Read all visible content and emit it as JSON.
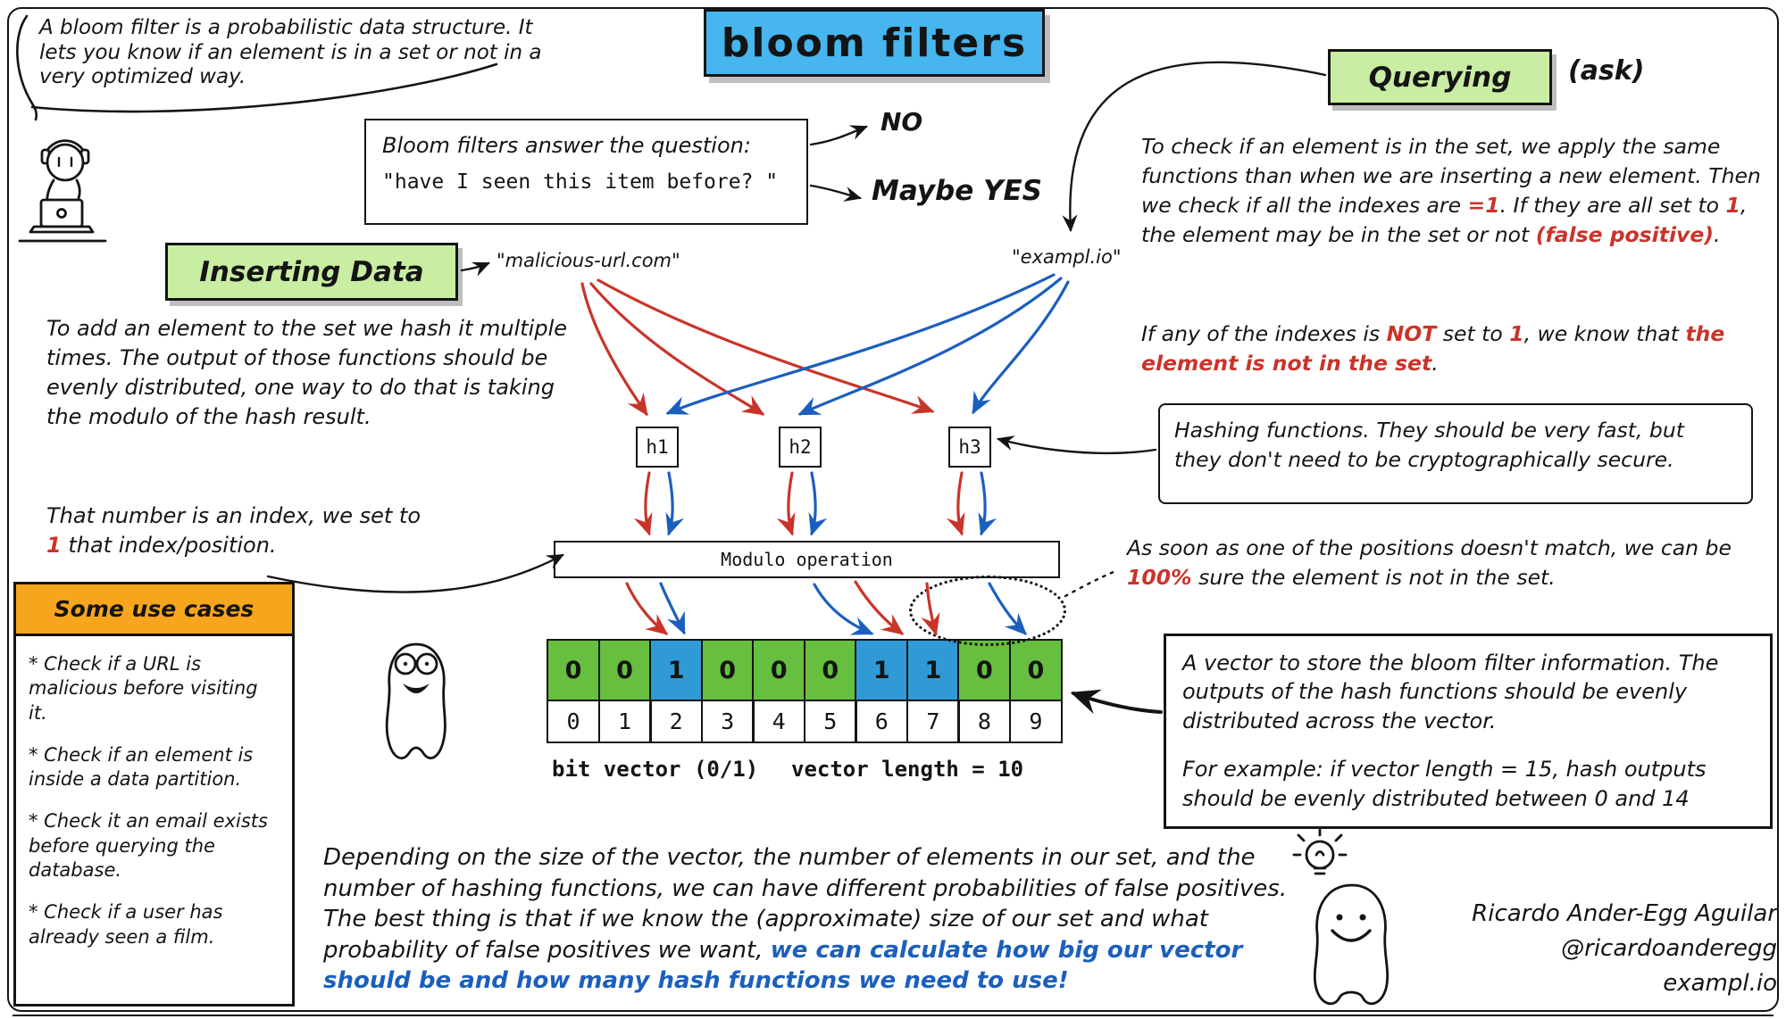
{
  "title": "bloom filters",
  "intro": {
    "text": "A bloom filter is a probabilistic data structure. It lets you know if an element is in a set or not in a very optimized way."
  },
  "question_box": {
    "line1": "Bloom filters answer the question:",
    "line2": "\"have I seen this item before? \""
  },
  "answers": {
    "no": "NO",
    "maybe_yes": "Maybe YES"
  },
  "querying": {
    "label": "Querying",
    "ask": "(ask)"
  },
  "querying_para": {
    "s1": "To check if an element is in the set, we apply the same functions than when we are inserting a new element. Then we check if all the indexes are ",
    "s2": "=1",
    "s3": ". If they are  all set to ",
    "s4": "1",
    "s5": ", the element may be in the set or not ",
    "s6": "(false positive)",
    "s7": "."
  },
  "not_set_para": {
    "s1": "If any of the indexes is ",
    "s2": "NOT",
    "s3": " set to ",
    "s4": "1",
    "s5": ", we know that ",
    "s6": "the element is not in the set",
    "s7": "."
  },
  "hashing_box": {
    "text": "Hashing functions. They should be very fast, but they don't need to be cryptographically secure."
  },
  "as_soon_para": {
    "s1": "As soon as one of the positions doesn't match, we can be ",
    "s2": "100%",
    "s3": " sure the element is not in the set."
  },
  "vector_box": {
    "para1": "A vector to store the bloom filter information. The outputs of the hash functions should be evenly distributed across the vector.",
    "para2": "For example: if vector length = 15, hash outputs should be evenly distributed between 0 and 14"
  },
  "inserting": {
    "label": "Inserting Data"
  },
  "labels": {
    "malicious_url": "\"malicious-url.com\"",
    "example_url": "\"exampl.io\""
  },
  "add_para": {
    "text": "To add an element to the set we hash it multiple times. The output of those functions should be evenly distributed, one way to do that is taking the modulo of the hash result."
  },
  "index_para": {
    "s1": "That number is an index, we set to ",
    "s2": "1",
    "s3": " that index/position."
  },
  "use_cases": {
    "title": "Some use cases",
    "items": [
      "* Check if a URL is malicious before visiting it.",
      "* Check if an element is inside a data partition.",
      "* Check it an email exists before querying the database.",
      "* Check if a user has already seen a film."
    ]
  },
  "hash_functions": {
    "h1": "h1",
    "h2": "h2",
    "h3": "h3"
  },
  "modulo": {
    "label": "Modulo operation"
  },
  "vector": {
    "bits": [
      "0",
      "0",
      "1",
      "0",
      "0",
      "0",
      "1",
      "1",
      "0",
      "0"
    ],
    "indexes": [
      "0",
      "1",
      "2",
      "3",
      "4",
      "5",
      "6",
      "7",
      "8",
      "9"
    ],
    "bit_label": "bit vector (0/1)",
    "length_label": "vector length = 10"
  },
  "bottom_para": {
    "s1": "Depending on the size of the vector, the number of elements in our set, and the number of hashing functions, we can have different probabilities of false positives. The best thing is that if we know the (approximate) size of our set and what probability of false positives we want, ",
    "s2": "we can calculate how big our vector should be and how many hash functions we need to use!"
  },
  "credits": {
    "line1": "Ricardo Ander-Egg Aguilar",
    "line2": "@ricardoanderegg",
    "line3": "exampl.io"
  },
  "colors": {
    "title_bg": "#47b5ee",
    "green_bg": "#c9eda3",
    "orange_bg": "#f6a61c",
    "cell_green": "#66bf3f",
    "cell_blue": "#2f9ad6",
    "red": "#c9342a",
    "blue": "#1b5fbd"
  }
}
